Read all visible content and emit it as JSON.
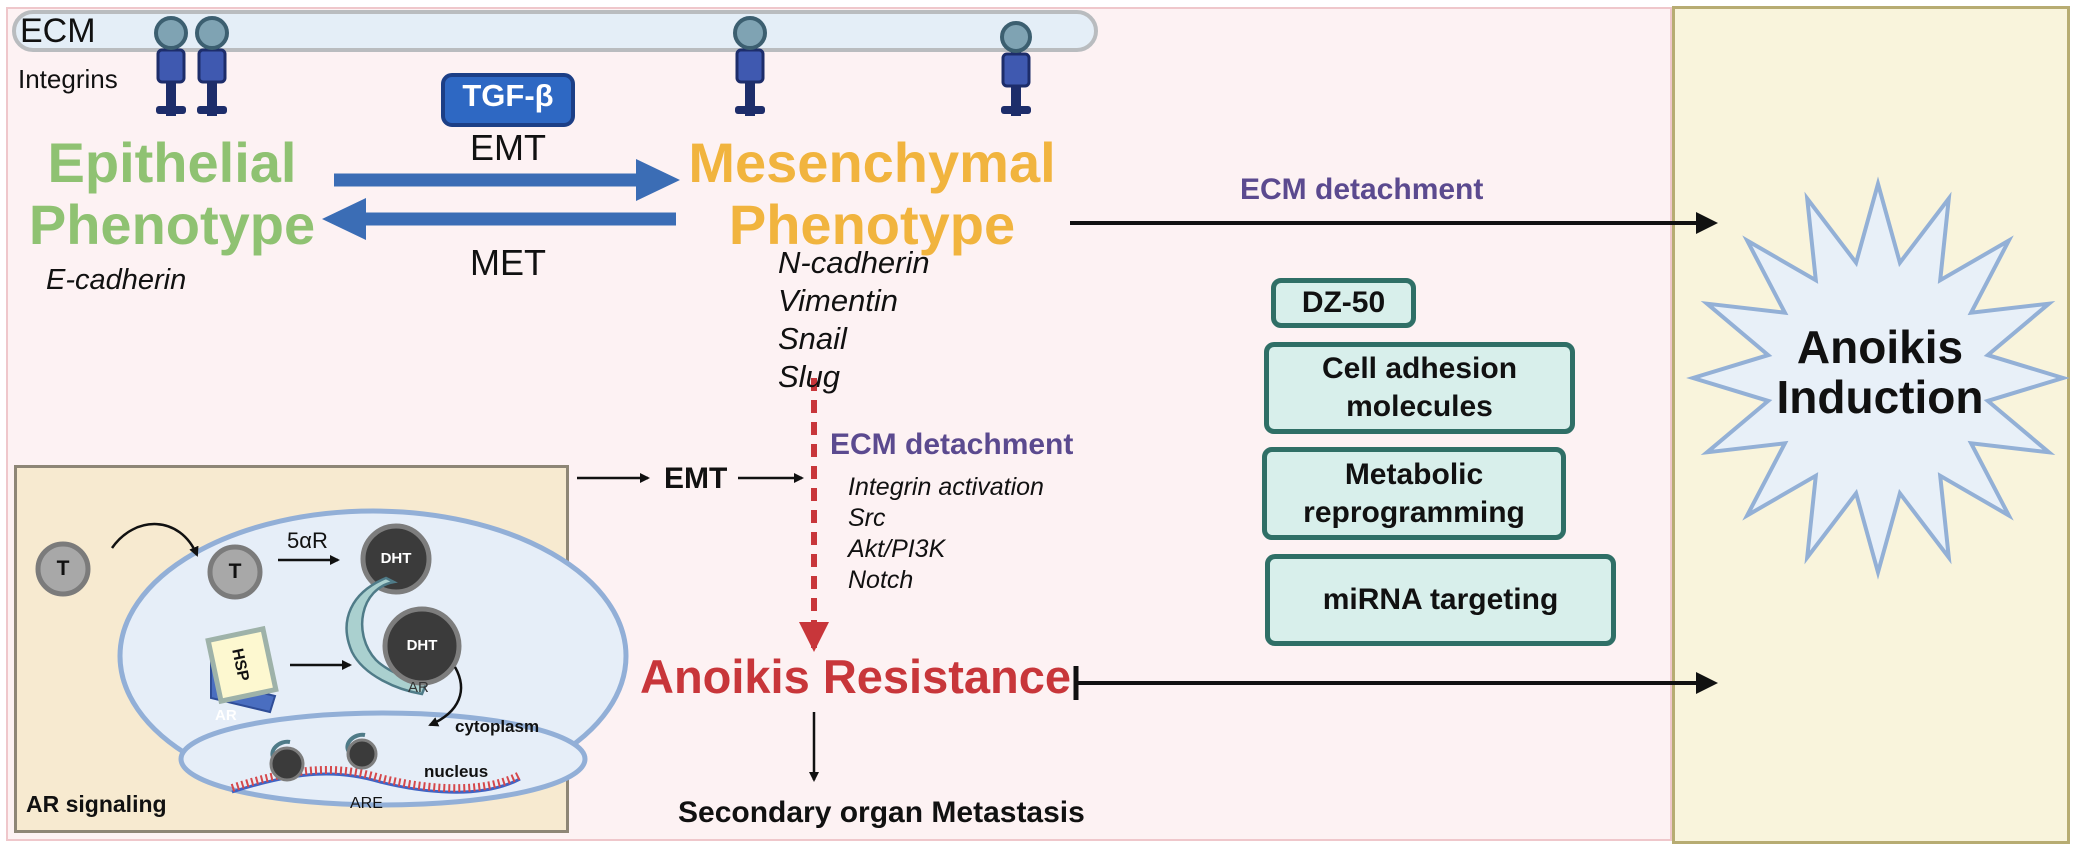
{
  "membrane": {
    "ecm_label": "ECM",
    "integrins_label": "Integrins"
  },
  "emt_cycle": {
    "tgf_label": "TGF-β",
    "emt_label": "EMT",
    "met_label": "MET",
    "epithelial_title": "Epithelial\nPhenotype",
    "epithelial_marker": "E-cadherin",
    "mesenchymal_title": "Mesenchymal\nPhenotype",
    "mesenchymal_markers": [
      "N-cadherin",
      "Vimentin",
      "Snail",
      "Slug"
    ]
  },
  "pathway": {
    "ecm_detachment_top": "ECM detachment",
    "ecm_detachment_mid": "ECM detachment",
    "signals": [
      "Integrin activation",
      "Src",
      "Akt/PI3K",
      "Notch"
    ],
    "emt_label": "EMT",
    "anoikis_resistance": "Anoikis Resistance",
    "metastasis": "Secondary organ Metastasis"
  },
  "ar_signaling": {
    "title": "AR signaling",
    "t_label": "T",
    "enzyme": "5αR",
    "dht_label": "DHT",
    "hsp_label": "HSP",
    "ar_label": "AR",
    "cytoplasm_label": "cytoplasm",
    "nucleus_label": "nucleus",
    "are_label": "ARE"
  },
  "therapies": {
    "drug": "DZ-50",
    "boxes": [
      "Cell adhesion\nmolecules",
      "Metabolic\nreprogramming",
      "miRNA targeting"
    ]
  },
  "outcome": {
    "title": "Anoikis\nInduction"
  },
  "colors": {
    "epithelial": "#8fc272",
    "mesenchymal": "#f1b43e",
    "emt_arrow": "#3b6db5",
    "ecm_detachment": "#5b4a8f",
    "resistance": "#c8363a",
    "therapy_border": "#2f6f66",
    "therapy_fill": "#d8efeb",
    "star_fill": "#e8f0f8",
    "star_stroke": "#93b0d6"
  }
}
